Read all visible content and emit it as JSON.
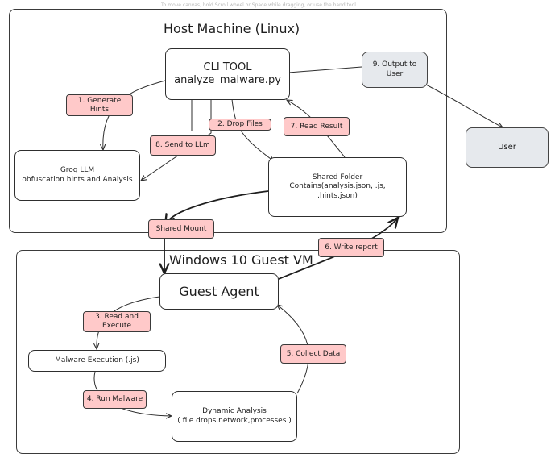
{
  "toolbar_hint": "To move canvas, hold Scroll wheel or Space while dragging, or use the hand tool",
  "frames": {
    "host": {
      "title": "Host Machine (Linux)"
    },
    "guest": {
      "title": "Windows 10 Guest VM"
    }
  },
  "nodes": {
    "cli_tool": {
      "line1": "CLI TOOL",
      "line2": "analyze_malware.py"
    },
    "output": {
      "line1": "9. Output to",
      "line2": "User"
    },
    "user": {
      "label": "User"
    },
    "groq": {
      "line1": "Groq LLM",
      "line2": "obfuscation hints and Analysis"
    },
    "shared_folder": {
      "line1": "Shared Folder",
      "line2": "Contains(analysis.json, .js, .hints.json)"
    },
    "guest_agent": {
      "label": "Guest Agent"
    },
    "malware_exec": {
      "label": "Malware Execution (.js)"
    },
    "dynamic": {
      "line1": "Dynamic Analysis",
      "line2": "( file drops,network,processes )"
    }
  },
  "tags": {
    "generate_hints": {
      "line1": "1. Generate",
      "line2": "Hints"
    },
    "drop_files": {
      "label": "2. Drop Files"
    },
    "read_result": {
      "label": "7. Read Result"
    },
    "send_llm": {
      "label": "8. Send to LLm"
    },
    "shared_mount": {
      "label": "Shared Mount"
    },
    "write_report": {
      "label": "6. Write report"
    },
    "read_execute": {
      "line1": "3. Read and",
      "line2": "Execute"
    },
    "collect_data": {
      "label": "5. Collect Data"
    },
    "run_malware": {
      "label": "4. Run Malware"
    }
  },
  "colors": {
    "tag_fill": "#ffc9c9",
    "gray_fill": "#e6e9ed",
    "stroke": "#2e2e2e"
  }
}
